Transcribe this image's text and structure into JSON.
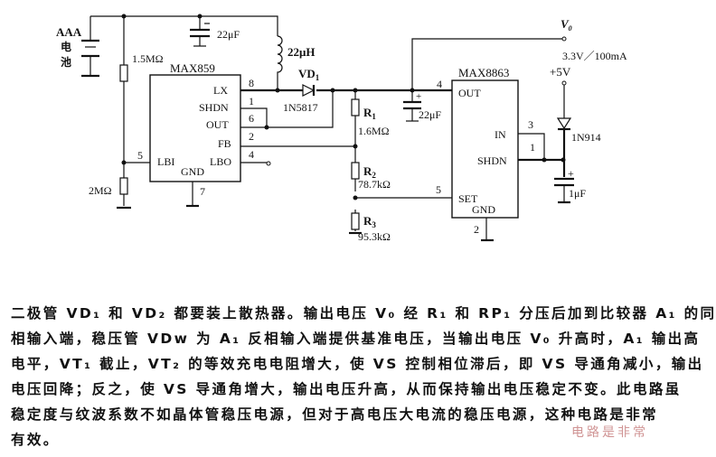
{
  "schematic": {
    "battery_label_line1": "AAA",
    "battery_label_line2": "电",
    "battery_label_line3": "池",
    "input_cap": "22μF",
    "inductor": "22μH",
    "r_top": "1.5MΩ",
    "r_bottom": "2MΩ",
    "ic1": {
      "name": "MAX859",
      "pins": {
        "lx": "LX",
        "shdn": "SHDN",
        "out": "OUT",
        "fb": "FB",
        "lbi": "LBI",
        "lbo": "LBO",
        "gnd": "GND"
      },
      "pin_numbers": {
        "lx": "8",
        "shdn": "1",
        "out": "6",
        "fb": "2",
        "lbo": "4",
        "lbi": "5",
        "gnd": "7"
      }
    },
    "diode1": {
      "ref": "VD",
      "ref_sub": "1",
      "part": "1N5817"
    },
    "r1": {
      "ref": "R",
      "sub": "1",
      "value": "1.6MΩ"
    },
    "r2": {
      "ref": "R",
      "sub": "2",
      "value": "78.7kΩ"
    },
    "r3": {
      "ref": "R",
      "sub": "3",
      "value": "95.3kΩ"
    },
    "mid_cap": "22μF",
    "ic2": {
      "name": "MAX8863",
      "pins": {
        "out": "OUT",
        "in": "IN",
        "shdn": "SHDN",
        "set": "SET",
        "gnd": "GND"
      },
      "pin_numbers": {
        "out": "4",
        "in": "3",
        "shdn": "1",
        "set": "5",
        "gnd": "2"
      }
    },
    "output_label": "V",
    "output_label_sub": "0",
    "output_spec": "3.3V／100mA",
    "supply_label": "+5V",
    "diode2": "1N914",
    "out_cap": "1μF",
    "plus_sign": "+"
  },
  "description": {
    "lines": [
      "二极管 VD₁ 和 VD₂ 都要装上散热器。输出电压 V₀ 经 R₁ 和 RP₁ 分压后加到比较器 A₁ 的同",
      "相输入端，稳压管 VDw 为 A₁ 反相输入端提供基准电压，当输出电压 V₀ 升高时，A₁ 输出高",
      "电平，VT₁ 截止，VT₂ 的等效充电电阻增大，使 VS 控制相位滞后，即 VS 导通角减小，输出",
      "电压回降；反之，使 VS 导通角增大，输出电压升高，从而保持输出电压稳定不变。此电路虽",
      "稳定度与纹波系数不如晶体管稳压电源，但对于高电压大电流的稳压电源，这种电路是非常",
      "有效。"
    ]
  },
  "watermark": "电路是非常"
}
